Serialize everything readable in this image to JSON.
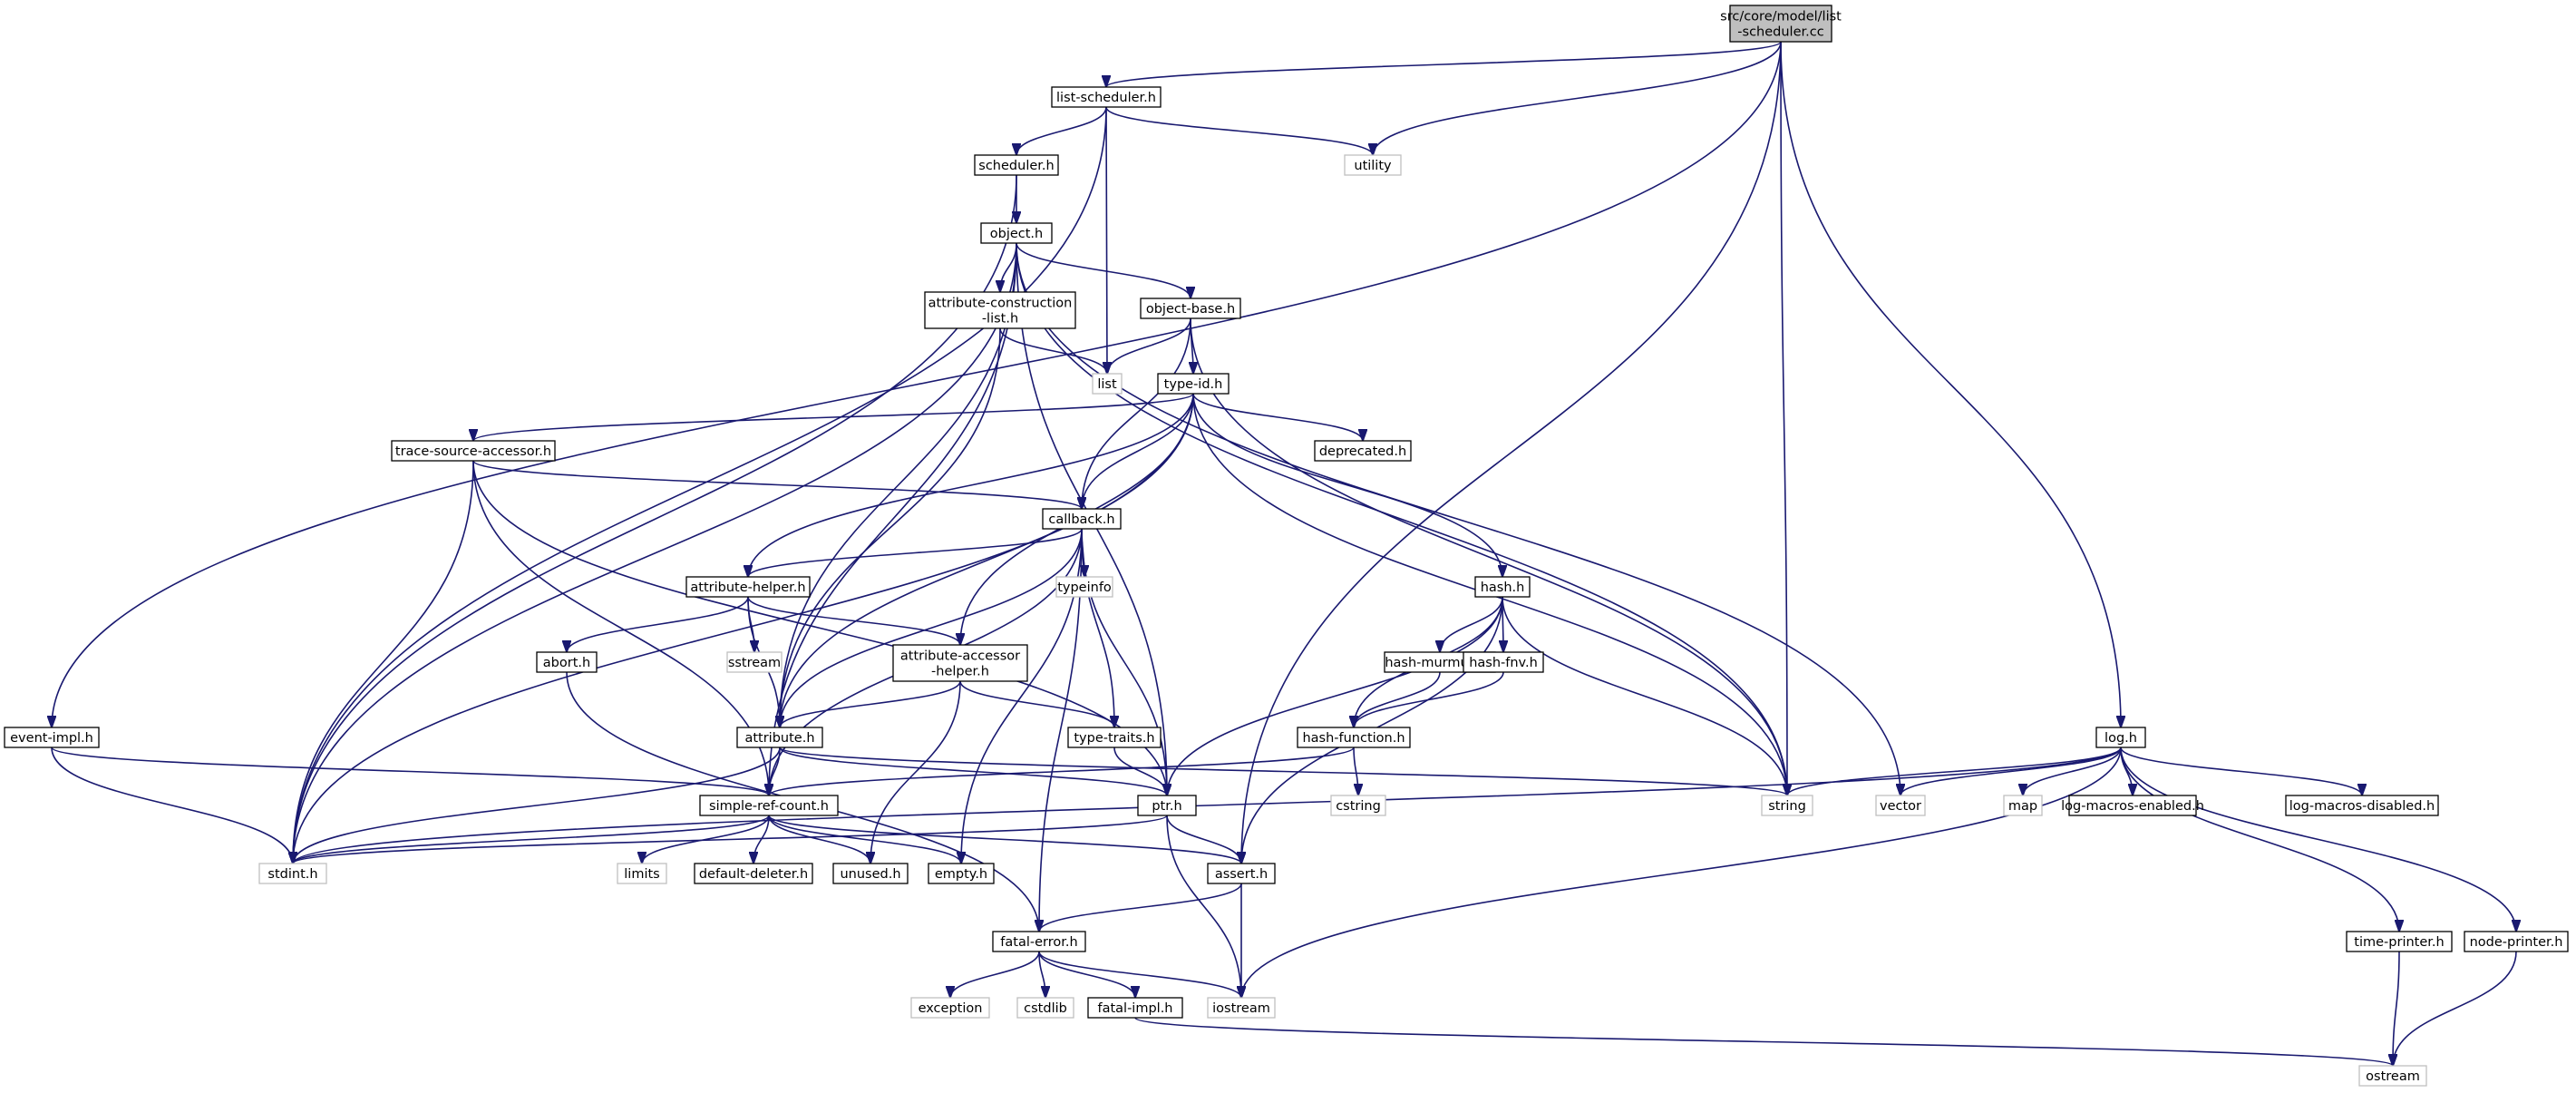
{
  "graph": {
    "nodes": [
      {
        "id": "root",
        "lines": [
          "src/core/model/list",
          "-scheduler.cc"
        ],
        "kind": "root"
      },
      {
        "id": "list_scheduler_h",
        "lines": [
          "list-scheduler.h"
        ],
        "kind": "local"
      },
      {
        "id": "utility",
        "lines": [
          "utility"
        ],
        "kind": "sys"
      },
      {
        "id": "scheduler_h",
        "lines": [
          "scheduler.h"
        ],
        "kind": "local"
      },
      {
        "id": "object_h",
        "lines": [
          "object.h"
        ],
        "kind": "local"
      },
      {
        "id": "attr_construction_list_h",
        "lines": [
          "attribute-construction",
          "-list.h"
        ],
        "kind": "local"
      },
      {
        "id": "object_base_h",
        "lines": [
          "object-base.h"
        ],
        "kind": "local"
      },
      {
        "id": "list",
        "lines": [
          "list"
        ],
        "kind": "sys"
      },
      {
        "id": "type_id_h",
        "lines": [
          "type-id.h"
        ],
        "kind": "local"
      },
      {
        "id": "trace_source_accessor_h",
        "lines": [
          "trace-source-accessor.h"
        ],
        "kind": "local"
      },
      {
        "id": "deprecated_h",
        "lines": [
          "deprecated.h"
        ],
        "kind": "local"
      },
      {
        "id": "callback_h",
        "lines": [
          "callback.h"
        ],
        "kind": "local"
      },
      {
        "id": "typeinfo",
        "lines": [
          "typeinfo"
        ],
        "kind": "sys"
      },
      {
        "id": "attribute_helper_h",
        "lines": [
          "attribute-helper.h"
        ],
        "kind": "local"
      },
      {
        "id": "hash_h",
        "lines": [
          "hash.h"
        ],
        "kind": "local"
      },
      {
        "id": "abort_h",
        "lines": [
          "abort.h"
        ],
        "kind": "local"
      },
      {
        "id": "sstream",
        "lines": [
          "sstream"
        ],
        "kind": "sys"
      },
      {
        "id": "attr_accessor_helper_h",
        "lines": [
          "attribute-accessor",
          "-helper.h"
        ],
        "kind": "local"
      },
      {
        "id": "hash_murmur3_h",
        "lines": [
          "hash-murmur3.h"
        ],
        "kind": "local"
      },
      {
        "id": "hash_fnv_h",
        "lines": [
          "hash-fnv.h"
        ],
        "kind": "local"
      },
      {
        "id": "attribute_h",
        "lines": [
          "attribute.h"
        ],
        "kind": "local"
      },
      {
        "id": "type_traits_h",
        "lines": [
          "type-traits.h"
        ],
        "kind": "local"
      },
      {
        "id": "hash_function_h",
        "lines": [
          "hash-function.h"
        ],
        "kind": "local"
      },
      {
        "id": "event_impl_h",
        "lines": [
          "event-impl.h"
        ],
        "kind": "local"
      },
      {
        "id": "simple_ref_count_h",
        "lines": [
          "simple-ref-count.h"
        ],
        "kind": "local"
      },
      {
        "id": "ptr_h",
        "lines": [
          "ptr.h"
        ],
        "kind": "local"
      },
      {
        "id": "cstring",
        "lines": [
          "cstring"
        ],
        "kind": "sys"
      },
      {
        "id": "string",
        "lines": [
          "string"
        ],
        "kind": "sys"
      },
      {
        "id": "vector",
        "lines": [
          "vector"
        ],
        "kind": "sys"
      },
      {
        "id": "log_h",
        "lines": [
          "log.h"
        ],
        "kind": "local"
      },
      {
        "id": "map",
        "lines": [
          "map"
        ],
        "kind": "sys"
      },
      {
        "id": "log_macros_enabled_h",
        "lines": [
          "log-macros-enabled.h"
        ],
        "kind": "local"
      },
      {
        "id": "log_macros_disabled_h",
        "lines": [
          "log-macros-disabled.h"
        ],
        "kind": "local"
      },
      {
        "id": "stdint_h",
        "lines": [
          "stdint.h"
        ],
        "kind": "sys"
      },
      {
        "id": "limits",
        "lines": [
          "limits"
        ],
        "kind": "sys"
      },
      {
        "id": "default_deleter_h",
        "lines": [
          "default-deleter.h"
        ],
        "kind": "local"
      },
      {
        "id": "unused_h",
        "lines": [
          "unused.h"
        ],
        "kind": "local"
      },
      {
        "id": "empty_h",
        "lines": [
          "empty.h"
        ],
        "kind": "local"
      },
      {
        "id": "assert_h",
        "lines": [
          "assert.h"
        ],
        "kind": "local"
      },
      {
        "id": "fatal_error_h",
        "lines": [
          "fatal-error.h"
        ],
        "kind": "local"
      },
      {
        "id": "exception",
        "lines": [
          "exception"
        ],
        "kind": "sys"
      },
      {
        "id": "cstdlib",
        "lines": [
          "cstdlib"
        ],
        "kind": "sys"
      },
      {
        "id": "fatal_impl_h",
        "lines": [
          "fatal-impl.h"
        ],
        "kind": "local"
      },
      {
        "id": "iostream",
        "lines": [
          "iostream"
        ],
        "kind": "sys"
      },
      {
        "id": "time_printer_h",
        "lines": [
          "time-printer.h"
        ],
        "kind": "local"
      },
      {
        "id": "node_printer_h",
        "lines": [
          "node-printer.h"
        ],
        "kind": "local"
      },
      {
        "id": "ostream",
        "lines": [
          "ostream"
        ],
        "kind": "sys"
      }
    ],
    "edges": [
      [
        "root",
        "list_scheduler_h"
      ],
      [
        "root",
        "utility"
      ],
      [
        "root",
        "string"
      ],
      [
        "root",
        "event_impl_h"
      ],
      [
        "root",
        "log_h"
      ],
      [
        "root",
        "assert_h"
      ],
      [
        "list_scheduler_h",
        "scheduler_h"
      ],
      [
        "list_scheduler_h",
        "utility"
      ],
      [
        "list_scheduler_h",
        "list"
      ],
      [
        "list_scheduler_h",
        "stdint_h"
      ],
      [
        "scheduler_h",
        "object_h"
      ],
      [
        "scheduler_h",
        "stdint_h"
      ],
      [
        "object_h",
        "attr_construction_list_h"
      ],
      [
        "object_h",
        "object_base_h"
      ],
      [
        "object_h",
        "string"
      ],
      [
        "object_h",
        "vector"
      ],
      [
        "object_h",
        "stdint_h"
      ],
      [
        "object_h",
        "attribute_h"
      ],
      [
        "object_h",
        "simple_ref_count_h"
      ],
      [
        "object_h",
        "ptr_h"
      ],
      [
        "attr_construction_list_h",
        "list"
      ],
      [
        "attr_construction_list_h",
        "attribute_h"
      ],
      [
        "object_base_h",
        "type_id_h"
      ],
      [
        "object_base_h",
        "list"
      ],
      [
        "object_base_h",
        "callback_h"
      ],
      [
        "object_base_h",
        "string"
      ],
      [
        "type_id_h",
        "trace_source_accessor_h"
      ],
      [
        "type_id_h",
        "deprecated_h"
      ],
      [
        "type_id_h",
        "callback_h"
      ],
      [
        "type_id_h",
        "attribute_helper_h"
      ],
      [
        "type_id_h",
        "hash_h"
      ],
      [
        "type_id_h",
        "attr_accessor_helper_h"
      ],
      [
        "type_id_h",
        "attribute_h"
      ],
      [
        "type_id_h",
        "string"
      ],
      [
        "type_id_h",
        "stdint_h"
      ],
      [
        "trace_source_accessor_h",
        "callback_h"
      ],
      [
        "trace_source_accessor_h",
        "stdint_h"
      ],
      [
        "trace_source_accessor_h",
        "simple_ref_count_h"
      ],
      [
        "trace_source_accessor_h",
        "ptr_h"
      ],
      [
        "callback_h",
        "typeinfo"
      ],
      [
        "callback_h",
        "attribute_helper_h"
      ],
      [
        "callback_h",
        "type_traits_h"
      ],
      [
        "callback_h",
        "attribute_h"
      ],
      [
        "callback_h",
        "simple_ref_count_h"
      ],
      [
        "callback_h",
        "ptr_h"
      ],
      [
        "callback_h",
        "fatal_error_h"
      ],
      [
        "callback_h",
        "empty_h"
      ],
      [
        "attribute_helper_h",
        "abort_h"
      ],
      [
        "attribute_helper_h",
        "sstream"
      ],
      [
        "attribute_helper_h",
        "attr_accessor_helper_h"
      ],
      [
        "attribute_helper_h",
        "attribute_h"
      ],
      [
        "hash_h",
        "hash_murmur3_h"
      ],
      [
        "hash_h",
        "hash_fnv_h"
      ],
      [
        "hash_h",
        "hash_function_h"
      ],
      [
        "hash_h",
        "string"
      ],
      [
        "hash_h",
        "ptr_h"
      ],
      [
        "hash_h",
        "assert_h"
      ],
      [
        "abort_h",
        "fatal_error_h"
      ],
      [
        "attr_accessor_helper_h",
        "attribute_h"
      ],
      [
        "attr_accessor_helper_h",
        "type_traits_h"
      ],
      [
        "attr_accessor_helper_h",
        "unused_h"
      ],
      [
        "hash_murmur3_h",
        "hash_function_h"
      ],
      [
        "hash_fnv_h",
        "hash_function_h"
      ],
      [
        "hash_function_h",
        "cstring"
      ],
      [
        "hash_function_h",
        "simple_ref_count_h"
      ],
      [
        "attribute_h",
        "string"
      ],
      [
        "attribute_h",
        "stdint_h"
      ],
      [
        "attribute_h",
        "ptr_h"
      ],
      [
        "attribute_h",
        "simple_ref_count_h"
      ],
      [
        "type_traits_h",
        "ptr_h"
      ],
      [
        "event_impl_h",
        "stdint_h"
      ],
      [
        "event_impl_h",
        "simple_ref_count_h"
      ],
      [
        "simple_ref_count_h",
        "stdint_h"
      ],
      [
        "simple_ref_count_h",
        "limits"
      ],
      [
        "simple_ref_count_h",
        "default_deleter_h"
      ],
      [
        "simple_ref_count_h",
        "unused_h"
      ],
      [
        "simple_ref_count_h",
        "empty_h"
      ],
      [
        "simple_ref_count_h",
        "assert_h"
      ],
      [
        "ptr_h",
        "assert_h"
      ],
      [
        "ptr_h",
        "iostream"
      ],
      [
        "ptr_h",
        "stdint_h"
      ],
      [
        "assert_h",
        "fatal_error_h"
      ],
      [
        "assert_h",
        "iostream"
      ],
      [
        "fatal_error_h",
        "exception"
      ],
      [
        "fatal_error_h",
        "cstdlib"
      ],
      [
        "fatal_error_h",
        "fatal_impl_h"
      ],
      [
        "fatal_error_h",
        "iostream"
      ],
      [
        "fatal_impl_h",
        "ostream"
      ],
      [
        "log_h",
        "string"
      ],
      [
        "log_h",
        "vector"
      ],
      [
        "log_h",
        "map"
      ],
      [
        "log_h",
        "log_macros_enabled_h"
      ],
      [
        "log_h",
        "log_macros_disabled_h"
      ],
      [
        "log_h",
        "iostream"
      ],
      [
        "log_h",
        "stdint_h"
      ],
      [
        "log_h",
        "time_printer_h"
      ],
      [
        "log_h",
        "node_printer_h"
      ],
      [
        "time_printer_h",
        "ostream"
      ],
      [
        "node_printer_h",
        "ostream"
      ]
    ]
  }
}
